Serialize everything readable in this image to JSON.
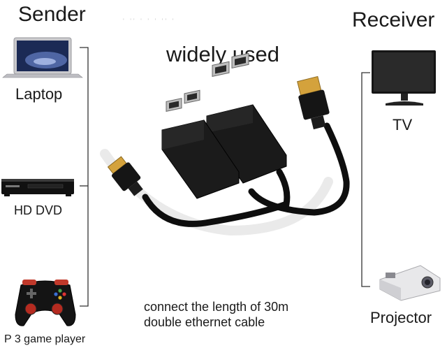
{
  "header": {
    "sender_title": "Sender",
    "receiver_title": "Receiver",
    "headline": "widely used",
    "faint_text": "' '' ' ' ' '' '"
  },
  "senders": [
    {
      "label": "Laptop",
      "icon": "laptop-icon"
    },
    {
      "label": "HD DVD",
      "icon": "dvd-player-icon"
    },
    {
      "label": "P  3 game player",
      "icon": "gamepad-icon"
    }
  ],
  "receivers": [
    {
      "label": "TV",
      "icon": "monitor-icon"
    },
    {
      "label": "Projector",
      "icon": "projector-icon"
    }
  ],
  "caption": {
    "line1": "connect the length of 30m",
    "line2": "double ethernet cable"
  },
  "colors": {
    "text": "#1a1a1a",
    "device_body": "#1c1c1c",
    "cable": "#111111",
    "hdmi_plug_metal": "#d4a23c",
    "bracket_line": "#333333"
  }
}
